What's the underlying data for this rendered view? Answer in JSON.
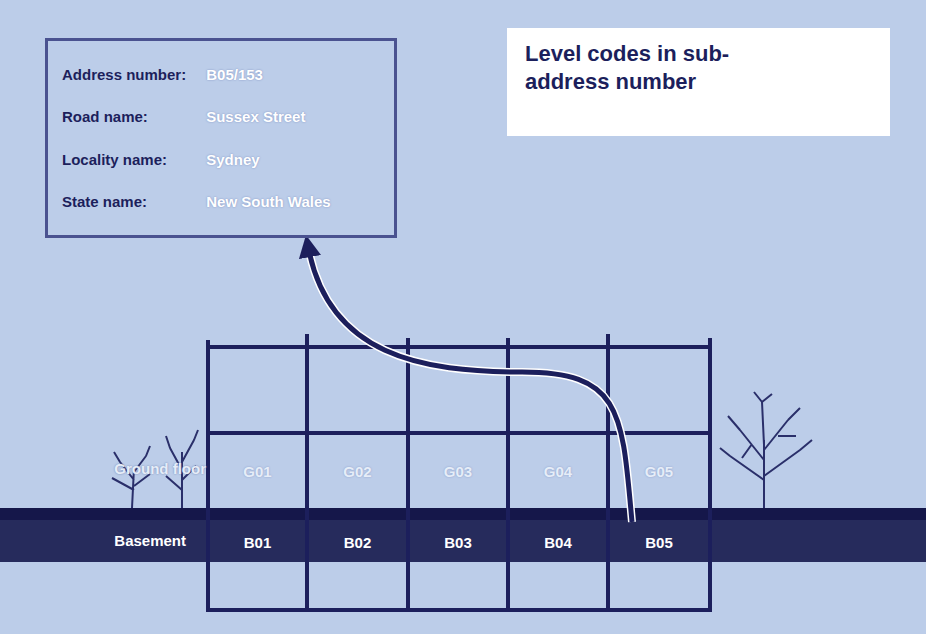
{
  "diagram": {
    "nodes": [
      {
        "text": [
          "Address number:",
          "B05/153",
          "Road name:",
          "Sussex Street",
          "Locality name:",
          "Sydney",
          "State name:",
          "New South Wales"
        ]
      },
      {
        "text": [
          "Level codes in sub-address number"
        ]
      },
      {
        "text": [
          "G01"
        ]
      },
      {
        "text": [
          "G02"
        ]
      },
      {
        "text": [
          "G03"
        ]
      },
      {
        "text": [
          "G04"
        ]
      },
      {
        "text": [
          "G05"
        ]
      },
      {
        "text": [
          "B01"
        ]
      },
      {
        "text": [
          "B02"
        ]
      },
      {
        "text": [
          "B03"
        ]
      },
      {
        "text": [
          "B04"
        ]
      },
      {
        "text": [
          "B05"
        ]
      }
    ],
    "edges": [
      {
        "from": 11,
        "to": 0,
        "arrow": "to"
      }
    ],
    "labels": [
      "Ground floor",
      "Basement"
    ]
  }
}
